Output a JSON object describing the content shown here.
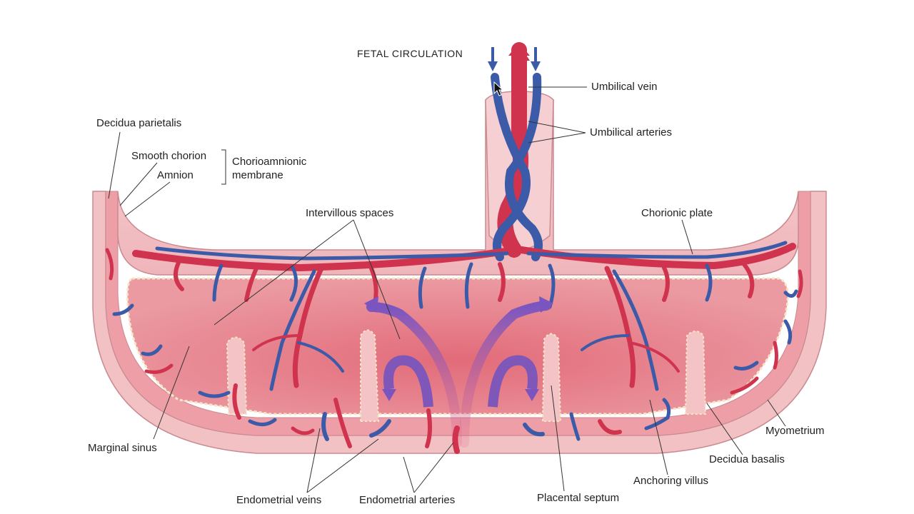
{
  "labels": {
    "fetal_circulation": "FETAL CIRCULATION",
    "umbilical_vein": "Umbilical vein",
    "umbilical_arteries": "Umbilical arteries",
    "decidua_parietalis": "Decidua parietalis",
    "smooth_chorion": "Smooth chorion",
    "amnion": "Amnion",
    "chorioamnionic_membrane_1": "Chorioamnionic",
    "chorioamnionic_membrane_2": "membrane",
    "intervillous_spaces": "Intervillous spaces",
    "chorionic_plate": "Chorionic plate",
    "marginal_sinus": "Marginal sinus",
    "myometrium": "Myometrium",
    "decidua_basalis": "Decidua basalis",
    "anchoring_villus": "Anchoring villus",
    "endometrial_veins": "Endometrial veins",
    "endometrial_arteries": "Endometrial arteries",
    "placental_septum": "Placental septum"
  },
  "colors": {
    "artery_red": "#d0334d",
    "vein_blue": "#3b5aa8",
    "tissue_pink": "#f3c3c6",
    "tissue_mid": "#e9a3a9",
    "intervillous": "#e7868f",
    "flow_purple": "#7f57b8"
  }
}
